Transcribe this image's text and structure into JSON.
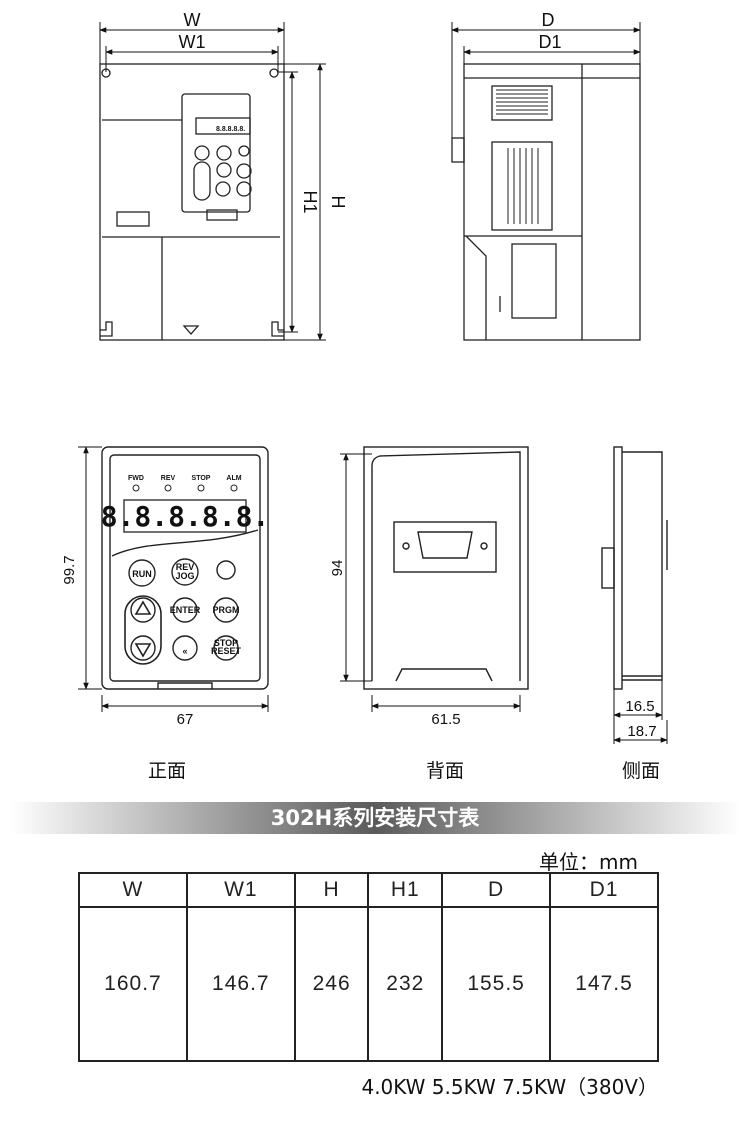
{
  "top_view": {
    "front_dims": {
      "w": "W",
      "w1": "W1",
      "h": "H",
      "h1": "H1"
    },
    "side_dims": {
      "d": "D",
      "d1": "D1"
    }
  },
  "panel": {
    "leds": [
      "FWD",
      "REV",
      "STOP",
      "ALM"
    ],
    "display": "8.8.8.8.8.",
    "buttons": {
      "run": "RUN",
      "rev": "REV",
      "jog": "JOG",
      "enter": "ENTER",
      "prgm": "PRGM",
      "stop": "STOP",
      "reset": "RESET",
      "shift": "«"
    },
    "dims": {
      "height": "99.7",
      "width": "67",
      "back_height": "94",
      "back_width": "61.5",
      "side_a": "16.5",
      "side_b": "18.7"
    },
    "captions": {
      "front": "正面",
      "back": "背面",
      "side": "侧面"
    }
  },
  "table": {
    "title": "302H系列安装尺寸表",
    "unit": "单位：mm",
    "headers": [
      "W",
      "W1",
      "H",
      "H1",
      "D",
      "D1"
    ],
    "values": [
      "160.7",
      "146.7",
      "246",
      "232",
      "155.5",
      "147.5"
    ],
    "footnote": "4.0KW  5.5KW  7.5KW（380V）"
  }
}
